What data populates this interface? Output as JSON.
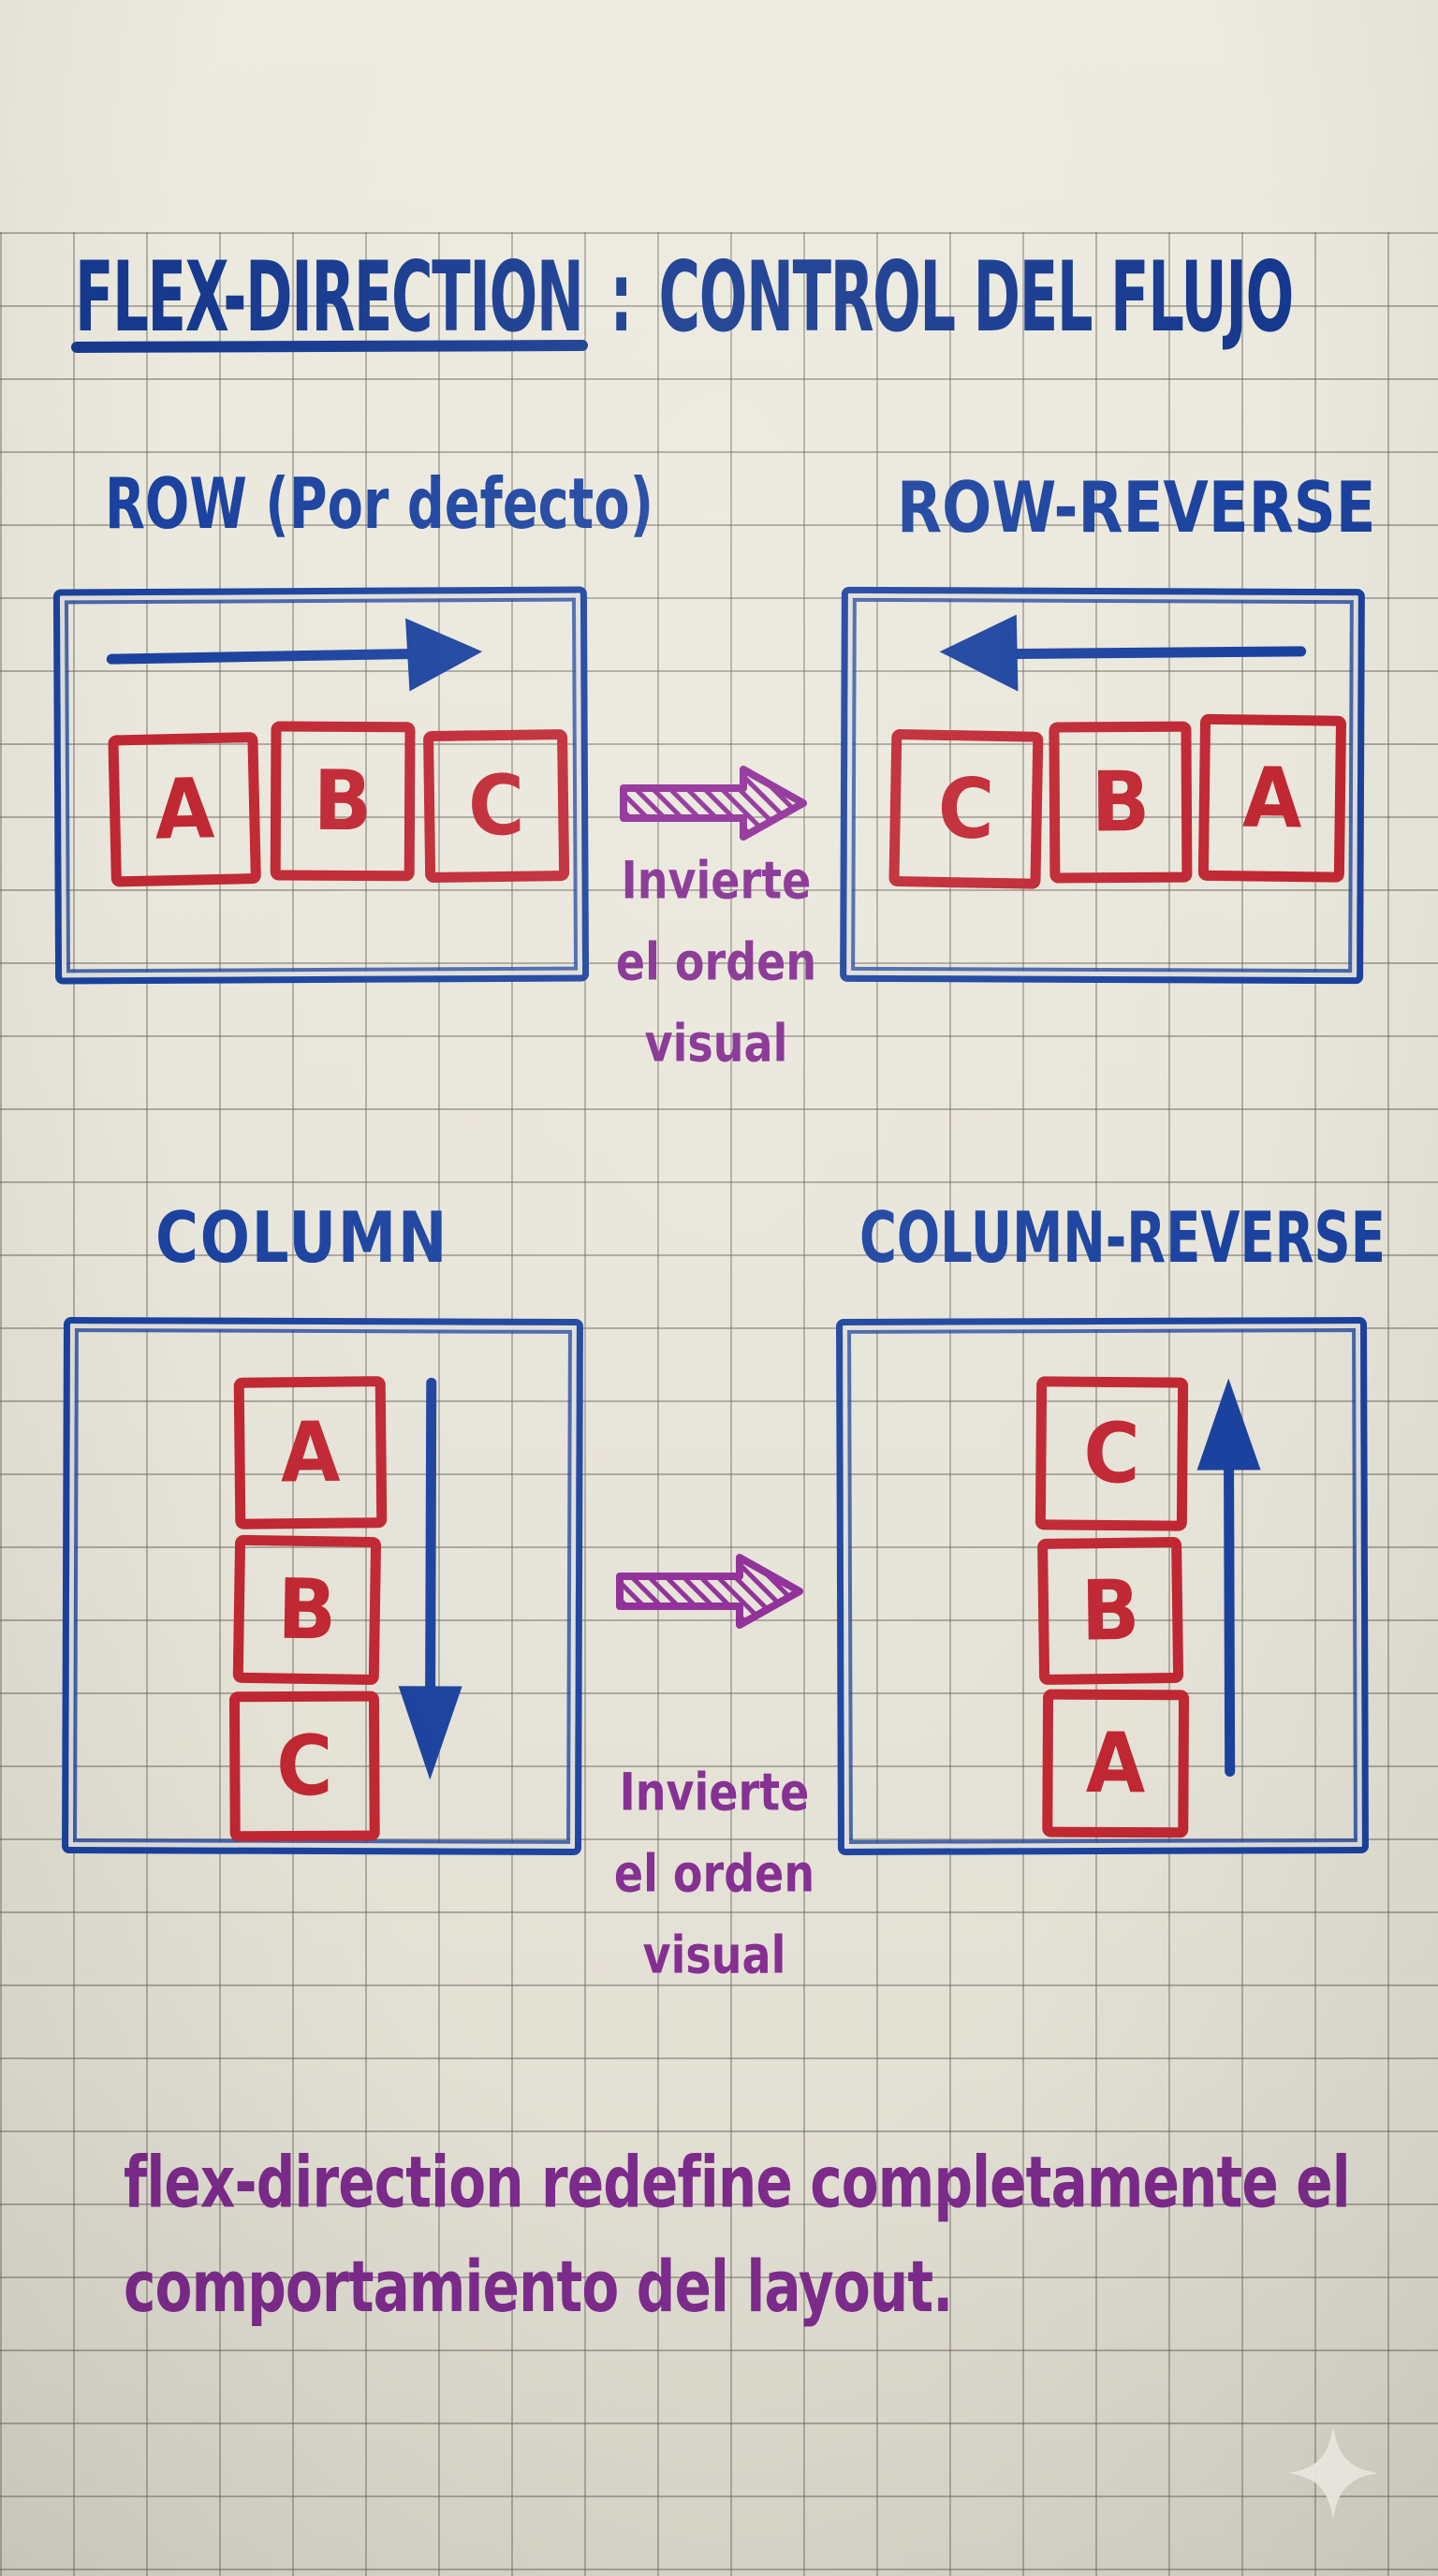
{
  "title": {
    "underlined_part": "FLEX-DIRECTION",
    "separator": ":",
    "rest": "CONTROL DEL FLUJO"
  },
  "sections": {
    "row": {
      "label": "ROW (Por defecto)",
      "items": [
        "A",
        "B",
        "C"
      ],
      "arrow_direction": "right"
    },
    "row_reverse": {
      "label": "ROW-REVERSE",
      "items": [
        "C",
        "B",
        "A"
      ],
      "arrow_direction": "left"
    },
    "column": {
      "label": "COLUMN",
      "items": [
        "A",
        "B",
        "C"
      ],
      "arrow_direction": "down"
    },
    "column_reverse": {
      "label": "COLUMN-REVERSE",
      "items": [
        "C",
        "B",
        "A"
      ],
      "arrow_direction": "up"
    }
  },
  "annotations": {
    "invert_note_row": {
      "lines": [
        "Invierte",
        "el orden",
        "visual"
      ]
    },
    "invert_note_column": {
      "lines": [
        "Invierte",
        "el orden",
        "visual"
      ]
    },
    "footer": {
      "lines": [
        "flex-direction redefine completamente el",
        "comportamiento del layout."
      ]
    }
  },
  "icons": {
    "sparkle": "four-point-star-watermark",
    "row_arrow": "arrow-right",
    "row_reverse_arrow": "arrow-left",
    "column_arrow": "arrow-down",
    "column_reverse_arrow": "arrow-up",
    "invert_arrow": "hatched-block-arrow-right"
  },
  "colors": {
    "paper": "#e9e6db",
    "grid_line": "#6a645a",
    "ink_blue": "#1b429f",
    "ink_red": "#c02733",
    "ink_purple": "#8e2b97",
    "sparkle_white": "#f5f3ea"
  }
}
